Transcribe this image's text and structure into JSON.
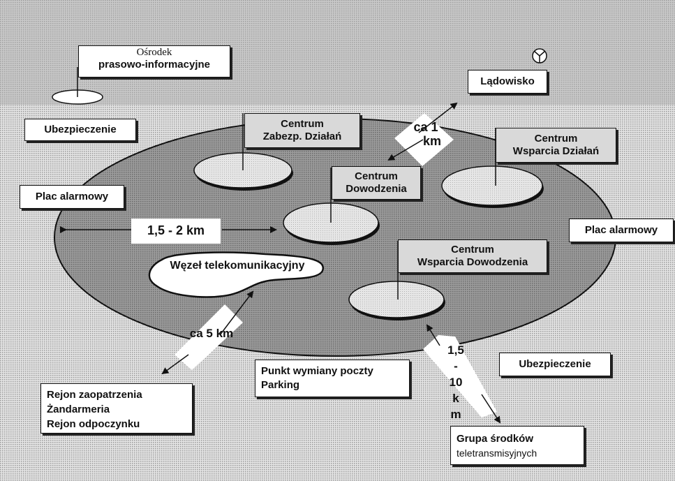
{
  "labels": {
    "press_center_line1": "Ośrodek",
    "press_center_line2": "prasowo-informacyjne",
    "security_top": "Ubezpieczenie",
    "landing_site": "Lądowisko",
    "distance_1km_a": "ca 1",
    "distance_1km_b": "km",
    "support_ops_center_line1": "Centrum",
    "support_ops_center_line2": "Zabezp. Działań",
    "command_center_line1": "Centrum",
    "command_center_line2": "Dowodzenia",
    "ops_support_center_line1": "Centrum",
    "ops_support_center_line2": "Wsparcia Działań",
    "alarm_area_left": "Plac alarmowy",
    "alarm_area_right": "Plac alarmowy",
    "distance_diameter": "1,5 - 2 km",
    "telecom_node": "Węzeł telekomunikacyjny",
    "command_support_center_line1": "Centrum",
    "command_support_center_line2": "Wsparcia Dowodzenia",
    "distance_5km": "ca 5 km",
    "supply_line1": "Rejon zaopatrzenia",
    "supply_line2": "Żandarmeria",
    "supply_line3": "Rejon odpoczynku",
    "mail_line1": "Punkt wymiany poczty",
    "mail_line2": "Parking",
    "security_bottom": "Ubezpieczenie",
    "distance_15_10km_lines": [
      "1,5",
      "-",
      "10",
      "k",
      "m"
    ],
    "teletransmission_line1": "Grupa środków",
    "teletransmission_line2": "teletransmisyjnych"
  },
  "colors": {
    "background_dots": "#c8c8c8",
    "outer_zone": "#8f8f8f",
    "center_fill": "#dcdcdc",
    "outline": "#111111"
  }
}
